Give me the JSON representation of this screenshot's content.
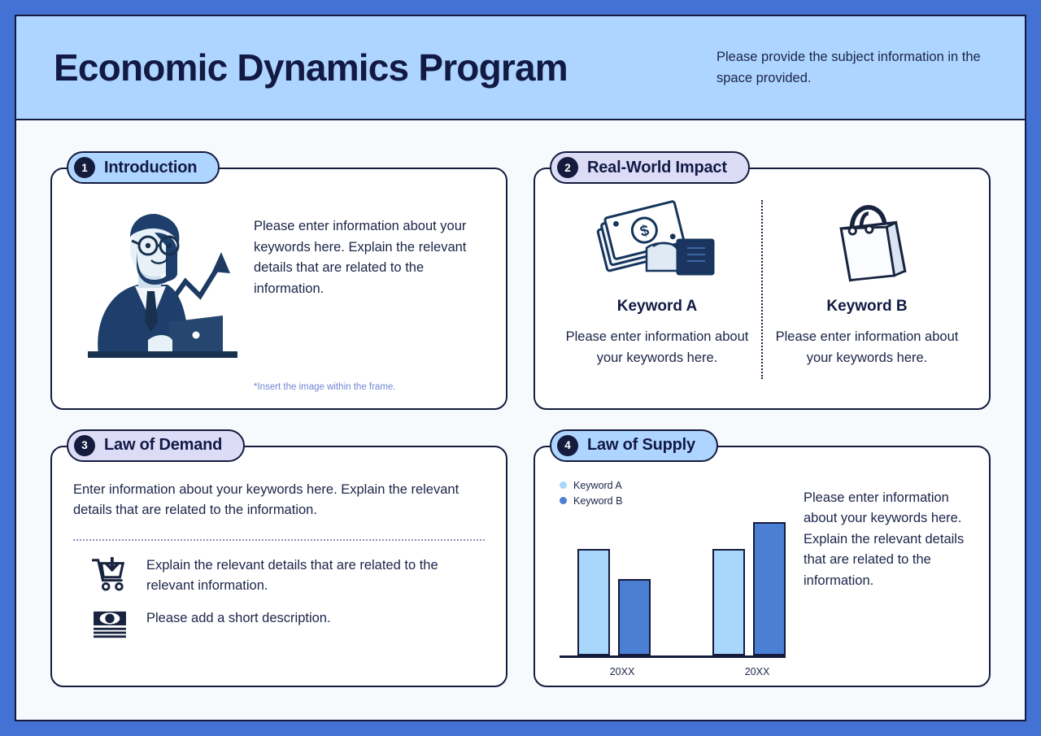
{
  "theme": {
    "outer_border": "#4472d4",
    "header_bg": "#aed5ff",
    "tab_blue": "#aed5ff",
    "tab_lavender": "#dcdcf7",
    "ink": "#121a44",
    "note_blue": "#6f86d6",
    "card_bg": "#ffffff",
    "page_bg": "#f7fafd"
  },
  "header": {
    "title": "Economic Dynamics Program",
    "note": "Please provide the subject information in the space provided."
  },
  "cards": [
    {
      "number": "1",
      "title": "Introduction",
      "tab_color": "blue",
      "body_text": "Please enter information about your keywords here. Explain the relevant details that are related to the information.",
      "note": "*Insert the image within the frame.",
      "illustration": "businessman-with-laptop-and-growth-arrow-illustration"
    },
    {
      "number": "2",
      "title": "Real-World Impact",
      "tab_color": "lav",
      "columns": [
        {
          "icon": "hand-holding-money-icon",
          "title": "Keyword A",
          "text": "Please enter information about your keywords here."
        },
        {
          "icon": "shopping-bag-icon",
          "title": "Keyword B",
          "text": "Please enter information about your keywords here."
        }
      ]
    },
    {
      "number": "3",
      "title": "Law of Demand",
      "tab_color": "lav",
      "intro": "Enter information about your keywords here. Explain the relevant details that are related to the information.",
      "features": [
        {
          "icon": "shopping-cart-download-icon",
          "text": "Explain the relevant details that are related to the relevant information."
        },
        {
          "icon": "cash-stack-icon",
          "text": "Please add a short description."
        }
      ]
    },
    {
      "number": "4",
      "title": "Law of Supply",
      "tab_color": "blue",
      "text": "Please enter information about your keywords here. Explain the relevant details that are related to the information."
    }
  ],
  "chart_data": {
    "type": "bar",
    "title": "",
    "xlabel": "",
    "ylabel": "",
    "categories": [
      "20XX",
      "20XX"
    ],
    "series": [
      {
        "name": "Keyword A",
        "color": "#a9d6fb",
        "values": [
          74,
          74
        ]
      },
      {
        "name": "Keyword B",
        "color": "#4a7fd4",
        "values": [
          53,
          93
        ]
      }
    ],
    "ylim": [
      0,
      100
    ],
    "grid": false,
    "legend_position": "top-left"
  }
}
